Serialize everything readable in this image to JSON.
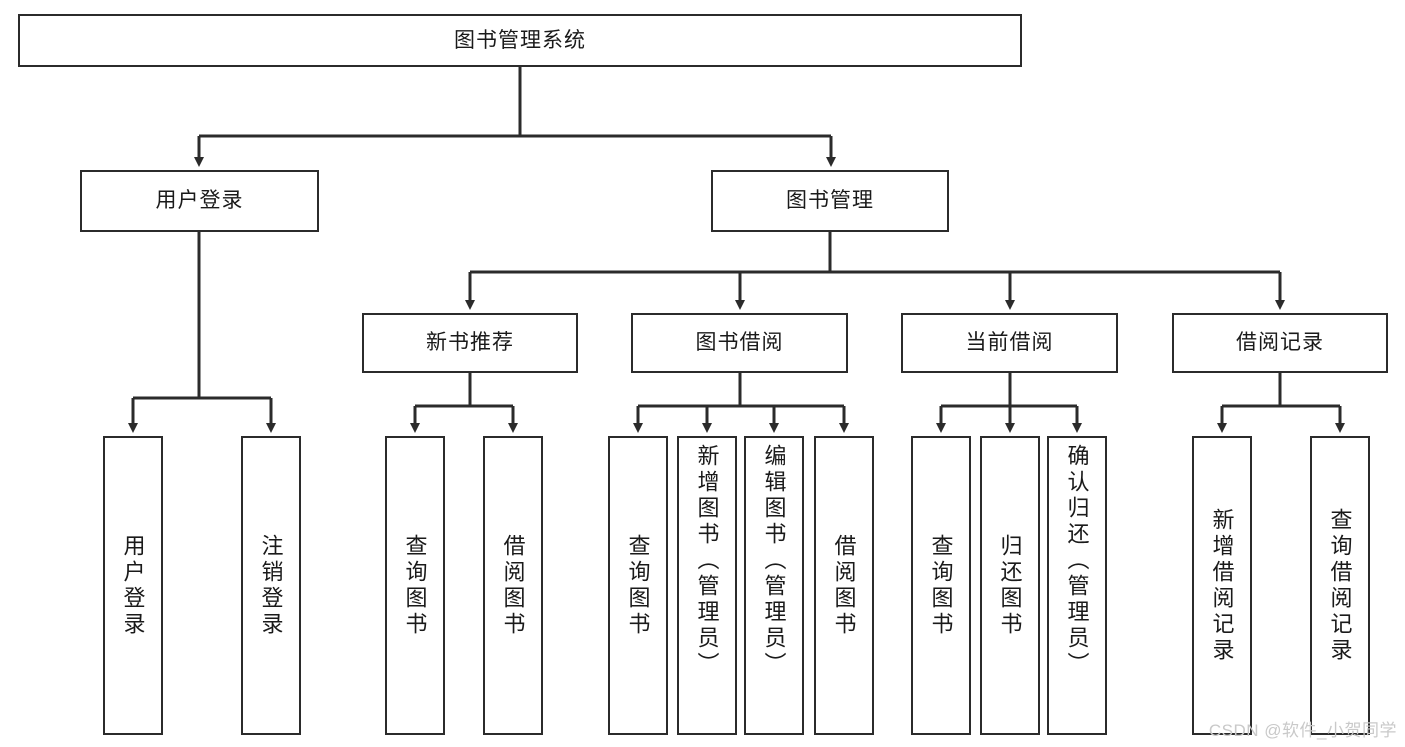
{
  "diagram": {
    "type": "tree",
    "title": "图书管理系统",
    "colors": {
      "stroke": "#2b2b2b",
      "fill": "#ffffff",
      "text": "#1a1a1a",
      "watermark": "#c9c9c9"
    },
    "watermark": "CSDN @软件_小贺同学",
    "levels": {
      "root": {
        "label": "图书管理系统"
      },
      "level2": [
        {
          "label": "用户登录"
        },
        {
          "label": "图书管理"
        }
      ],
      "level3": [
        {
          "label": "新书推荐"
        },
        {
          "label": "图书借阅"
        },
        {
          "label": "当前借阅"
        },
        {
          "label": "借阅记录"
        }
      ],
      "leaves_user_login": [
        {
          "label": "用户登录"
        },
        {
          "label": "注销登录"
        }
      ],
      "leaves_new_book": [
        {
          "label": "查询图书"
        },
        {
          "label": "借阅图书"
        }
      ],
      "leaves_borrow": [
        {
          "label": "查询图书"
        },
        {
          "label": "新增图书（管理员）"
        },
        {
          "label": "编辑图书（管理员）"
        },
        {
          "label": "借阅图书"
        }
      ],
      "leaves_current": [
        {
          "label": "查询图书"
        },
        {
          "label": "归还图书"
        },
        {
          "label": "确认归还（管理员）"
        }
      ],
      "leaves_records": [
        {
          "label": "新增借阅记录"
        },
        {
          "label": "查询借阅记录"
        }
      ]
    }
  }
}
